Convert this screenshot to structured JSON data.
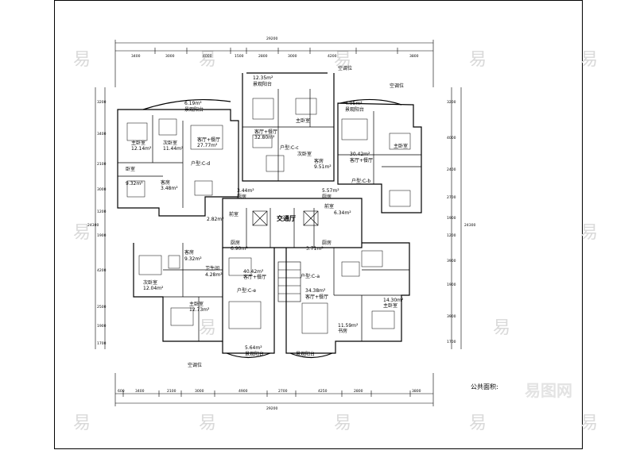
{
  "plan": {
    "total_width": "29200",
    "total_depth": "24300",
    "core_label": "交通厅",
    "public_area_label": "公共面积:",
    "watermark_text": "易",
    "logo_text": "易图网",
    "top_dims": [
      "3400",
      "3000",
      "4000",
      "1500",
      "2800",
      "3000",
      "4200",
      "3800"
    ],
    "bottom_dims": [
      "600",
      "3400",
      "2100",
      "3000",
      "4900",
      "2700",
      "4250",
      "2800",
      "3800"
    ],
    "left_dims": [
      "3200",
      "3400",
      "2100",
      "3000",
      "1200",
      "1900",
      "4200",
      "2500",
      "1900",
      "1700"
    ],
    "right_dims": [
      "3200",
      "4000",
      "2400",
      "2700",
      "1900",
      "1200",
      "3900",
      "1900",
      "3900",
      "1700"
    ],
    "rooms": [
      {
        "name": "空调位",
        "area": ""
      },
      {
        "name": "景观阳台",
        "area": "12.35m²"
      },
      {
        "name": "景观阳台",
        "area": "4.95m²"
      },
      {
        "name": "景观阳台",
        "area": "6.19m²"
      },
      {
        "name": "空调位",
        "area": ""
      },
      {
        "name": "主卧室",
        "area": "12.14m²"
      },
      {
        "name": "次卧室",
        "area": "11.44m²"
      },
      {
        "name": "客厅+餐厅",
        "area": "27.77m²"
      },
      {
        "name": "主卧室",
        "area": ""
      },
      {
        "name": "客厅+餐厅",
        "area": "32.80m²"
      },
      {
        "name": "户型:C-c",
        "area": ""
      },
      {
        "name": "客厅+餐厅",
        "area": "30.42m²"
      },
      {
        "name": "主卧室",
        "area": ""
      },
      {
        "name": "户型:C-d",
        "area": ""
      },
      {
        "name": "户型:C-b",
        "area": ""
      },
      {
        "name": "卧室",
        "area": "9.32m²"
      },
      {
        "name": "客房",
        "area": "3.48m²"
      },
      {
        "name": "客房",
        "area": "9.51m²"
      },
      {
        "name": "次卧室",
        "area": ""
      },
      {
        "name": "厨房",
        "area": "3.44m²"
      },
      {
        "name": "厨房",
        "area": "5.57m²"
      },
      {
        "name": "前室",
        "area": "2.82m²"
      },
      {
        "name": "前室",
        "area": "6.34m²"
      },
      {
        "name": "客房",
        "area": "9.32m²"
      },
      {
        "name": "厨房",
        "area": "6.90m²"
      },
      {
        "name": "厨房",
        "area": "3.71m²"
      },
      {
        "name": "客厅+餐厅",
        "area": "40.42m²"
      },
      {
        "name": "户型:C-e",
        "area": ""
      },
      {
        "name": "户型:C-a",
        "area": ""
      },
      {
        "name": "客厅+餐厅",
        "area": "34.38m²"
      },
      {
        "name": "次卧室",
        "area": "12.04m²"
      },
      {
        "name": "主卧室",
        "area": "12.73m²"
      },
      {
        "name": "主卧室",
        "area": "14.30m²"
      },
      {
        "name": "书房",
        "area": "11.59m²"
      },
      {
        "name": "卫生间",
        "area": "4.28m²"
      },
      {
        "name": "景观阳台",
        "area": "5.64m²"
      },
      {
        "name": "景观阳台",
        "area": ""
      },
      {
        "name": "空调位",
        "area": ""
      }
    ]
  }
}
